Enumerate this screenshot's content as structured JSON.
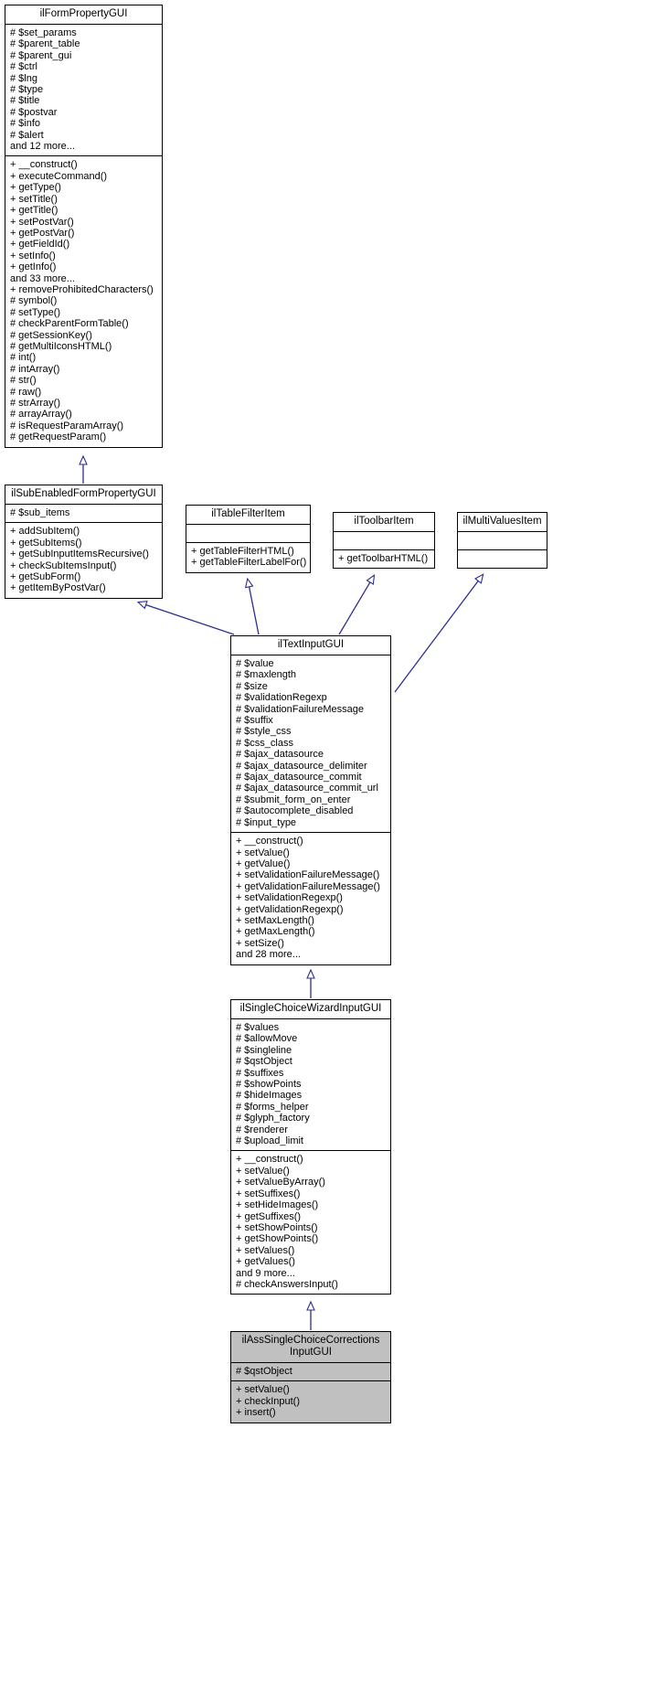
{
  "diagram": {
    "kind": "uml-class-inheritance",
    "arrow_color": "#2d2d8f",
    "highlight_fill": "#c0c0c0",
    "box_fill": "#ffffff",
    "border_color": "#000000"
  },
  "classes": {
    "ilFormPropertyGUI": {
      "title": "ilFormPropertyGUI",
      "attributes": [
        "# $set_params",
        "# $parent_table",
        "# $parent_gui",
        "# $ctrl",
        "# $lng",
        "# $type",
        "# $title",
        "# $postvar",
        "# $info",
        "# $alert",
        "and 12 more..."
      ],
      "methods": [
        "+ __construct()",
        "+ executeCommand()",
        "+ getType()",
        "+ setTitle()",
        "+ getTitle()",
        "+ setPostVar()",
        "+ getPostVar()",
        "+ getFieldId()",
        "+ setInfo()",
        "+ getInfo()",
        "and 33 more...",
        "+ removeProhibitedCharacters()",
        "# symbol()",
        "# setType()",
        "# checkParentFormTable()",
        "# getSessionKey()",
        "# getMultiIconsHTML()",
        "# int()",
        "# intArray()",
        "# str()",
        "# raw()",
        "# strArray()",
        "# arrayArray()",
        "# isRequestParamArray()",
        "# getRequestParam()"
      ]
    },
    "ilSubEnabledFormPropertyGUI": {
      "title": "ilSubEnabledFormPropertyGUI",
      "attributes": [
        "# $sub_items"
      ],
      "methods": [
        "+ addSubItem()",
        "+ getSubItems()",
        "+ getSubInputItemsRecursive()",
        "+ checkSubItemsInput()",
        "+ getSubForm()",
        "+ getItemByPostVar()"
      ]
    },
    "ilTableFilterItem": {
      "title": "ilTableFilterItem",
      "attributes": [],
      "methods": [
        "+ getTableFilterHTML()",
        "+ getTableFilterLabelFor()"
      ]
    },
    "ilToolbarItem": {
      "title": "ilToolbarItem",
      "attributes": [],
      "methods": [
        "+ getToolbarHTML()"
      ]
    },
    "ilMultiValuesItem": {
      "title": "ilMultiValuesItem",
      "attributes": [],
      "methods": []
    },
    "ilTextInputGUI": {
      "title": "ilTextInputGUI",
      "attributes": [
        "# $value",
        "# $maxlength",
        "# $size",
        "# $validationRegexp",
        "# $validationFailureMessage",
        "# $suffix",
        "# $style_css",
        "# $css_class",
        "# $ajax_datasource",
        "# $ajax_datasource_delimiter",
        "# $ajax_datasource_commit",
        "# $ajax_datasource_commit_url",
        "# $submit_form_on_enter",
        "# $autocomplete_disabled",
        "# $input_type"
      ],
      "methods": [
        "+ __construct()",
        "+ setValue()",
        "+ getValue()",
        "+ setValidationFailureMessage()",
        "+ getValidationFailureMessage()",
        "+ setValidationRegexp()",
        "+ getValidationRegexp()",
        "+ setMaxLength()",
        "+ getMaxLength()",
        "+ setSize()",
        "and 28 more..."
      ]
    },
    "ilSingleChoiceWizardInputGUI": {
      "title": "ilSingleChoiceWizardInputGUI",
      "attributes": [
        "# $values",
        "# $allowMove",
        "# $singleline",
        "# $qstObject",
        "# $suffixes",
        "# $showPoints",
        "# $hideImages",
        "# $forms_helper",
        "# $glyph_factory",
        "# $renderer",
        "# $upload_limit"
      ],
      "methods": [
        "+ __construct()",
        "+ setValue()",
        "+ setValueByArray()",
        "+ setSuffixes()",
        "+ setHideImages()",
        "+ getSuffixes()",
        "+ setShowPoints()",
        "+ getShowPoints()",
        "+ setValues()",
        "+ getValues()",
        "and 9 more...",
        "# checkAnswersInput()"
      ]
    },
    "ilAssSingleChoiceCorrectionsInputGUI": {
      "title": "ilAssSingleChoiceCorrections\nInputGUI",
      "attributes": [
        "# $qstObject"
      ],
      "methods": [
        "+ setValue()",
        "+ checkInput()",
        "+ insert()"
      ]
    }
  }
}
